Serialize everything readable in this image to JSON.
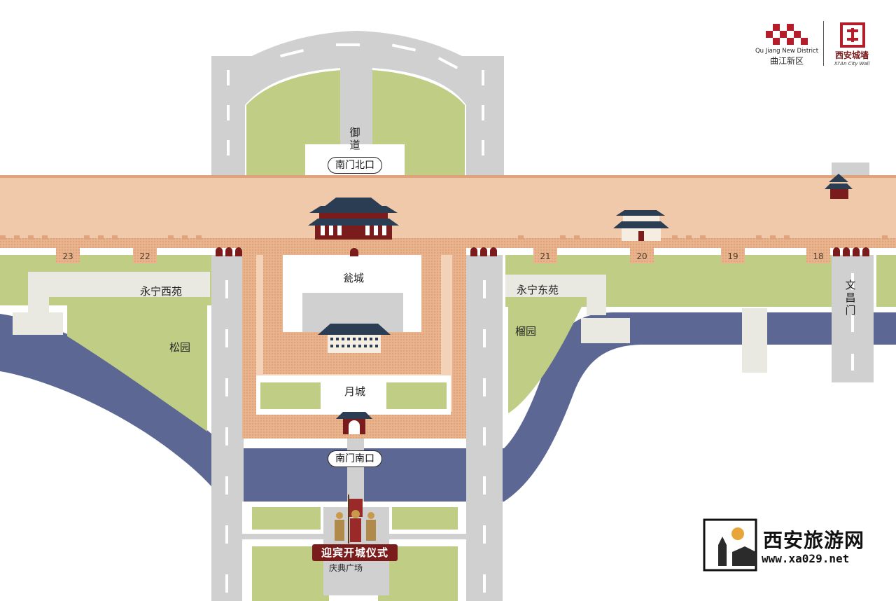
{
  "header": {
    "brand_left_en": "Qu Jiang New District",
    "brand_left_cn": "曲江新区",
    "brand_right_calligraphy": "西安城墙",
    "brand_right_en": "Xi'An City Wall"
  },
  "map": {
    "road_label": "御道",
    "gate_north_exit": "南门北口",
    "gate_south_exit": "南门南口",
    "wengcheng": "瓮城",
    "yuecheng": "月城",
    "yongning_west": "永宁西苑",
    "yongning_east": "永宁东苑",
    "song_garden": "松园",
    "liu_garden": "榴园",
    "wenchang_gate": "文昌门",
    "ceremony": "迎宾开城仪式",
    "plaza": "庆典广场",
    "tower_numbers": [
      "23",
      "22",
      "21",
      "20",
      "19",
      "18"
    ]
  },
  "watermark": {
    "title": "西安旅游网",
    "url": "www.xa029.net"
  },
  "colors": {
    "wall": "#efc9aa",
    "wall_edge": "#cf8a5a",
    "grass": "#bfcd85",
    "moat": "#5c6893",
    "road": "#cfcfcf",
    "roof": "#2b3d52",
    "accent_red": "#7a1c1c"
  }
}
